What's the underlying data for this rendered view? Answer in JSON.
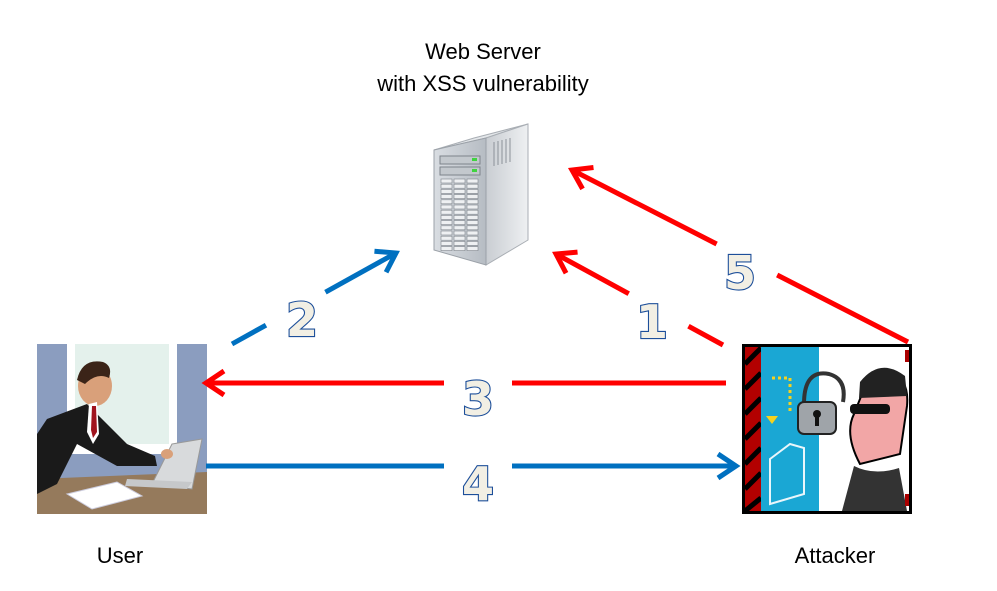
{
  "diagram": {
    "title_line1": "Web Server",
    "title_line2": "with XSS vulnerability",
    "nodes": {
      "server": {
        "label": "Web Server with XSS vulnerability",
        "icon": "server-tower-icon"
      },
      "user": {
        "label": "User",
        "icon": "businessman-at-laptop-icon"
      },
      "attacker": {
        "label": "Attacker",
        "icon": "masked-thief-hacker-icon"
      }
    },
    "edges": [
      {
        "step": "1",
        "from": "attacker",
        "to": "server",
        "color": "#ff0000"
      },
      {
        "step": "2",
        "from": "user",
        "to": "server",
        "color": "#0070c0"
      },
      {
        "step": "3",
        "from": "attacker",
        "to": "user",
        "color": "#ff0000"
      },
      {
        "step": "4",
        "from": "user",
        "to": "attacker",
        "color": "#0070c0"
      },
      {
        "step": "5",
        "from": "attacker",
        "to": "server",
        "color": "#ff0000"
      }
    ]
  },
  "colors": {
    "attack_red": "#ff0000",
    "user_blue": "#0070c0",
    "number_fill": "#f2efe4",
    "number_outline": "#1d4f9a"
  }
}
